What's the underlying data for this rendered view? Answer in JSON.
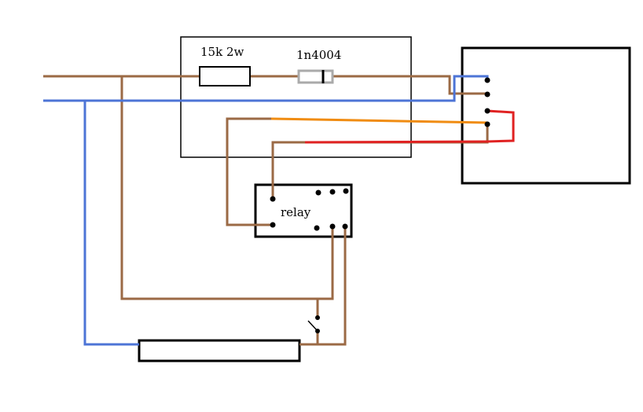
{
  "diagram": {
    "labels": {
      "resistor": "15k 2w",
      "diode": "1n4004",
      "relay": "relay"
    },
    "colors": {
      "brown": "#9b6a45",
      "blue": "#4d74d6",
      "orange": "#f08c12",
      "red": "#e02222",
      "outline": "#000000",
      "diode_body": "#aaaaaa"
    }
  }
}
